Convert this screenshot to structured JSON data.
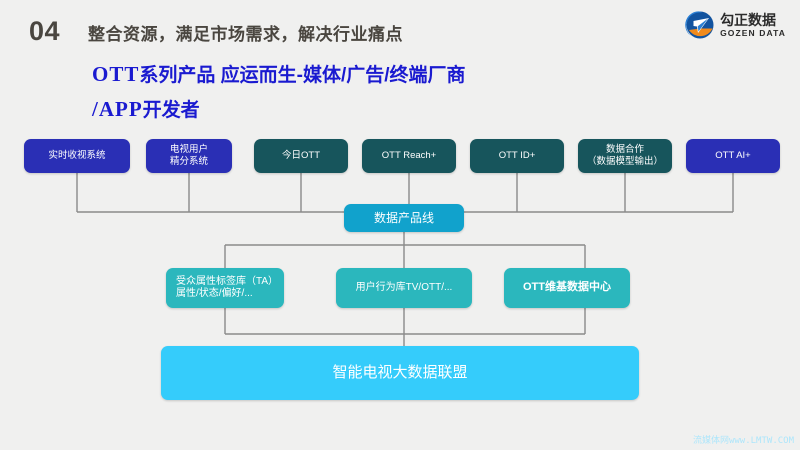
{
  "slide": {
    "number": "04",
    "title": "整合资源，满足市场需求，解决行业痛点",
    "subtitle_line1_latin": "OTT",
    "subtitle_line1_rest": "系列产品 应运而生-媒体/广告/终端厂商",
    "subtitle_line2_latin": "/APP",
    "subtitle_line2_rest": "开发者",
    "background_color": "#f0f0ef",
    "title_color": "#4a4640",
    "subtitle_color": "#1a1ad0"
  },
  "logo": {
    "cn": "勾正数据",
    "en": "GOZEN DATA",
    "mark_blue": "#1b5cb8",
    "mark_orange": "#f08a1c"
  },
  "diagram": {
    "top_row": [
      {
        "label": "实时收视系统",
        "color": "#2a2fb5",
        "style": "blue"
      },
      {
        "label": "电视用户\n精分系统",
        "color": "#2a2fb5",
        "style": "blue"
      },
      {
        "label": "今日OTT",
        "color": "#17555c",
        "style": "teal-d"
      },
      {
        "label": "OTT Reach+",
        "color": "#17555c",
        "style": "teal-d"
      },
      {
        "label": "OTT ID+",
        "color": "#17555c",
        "style": "teal-d"
      },
      {
        "label": "数据合作\n（数据模型输出）",
        "color": "#17555c",
        "style": "teal-d"
      },
      {
        "label": "OTT AI+",
        "color": "#2a2fb5",
        "style": "blue"
      }
    ],
    "bus": {
      "label": "数据产品线",
      "color": "#11a2cc"
    },
    "middle_row": [
      {
        "label": "受众属性标签库（TA）\n属性/状态/偏好/...",
        "color": "#2bb7bd"
      },
      {
        "label": "用户行为库TV/OTT/...",
        "color": "#2bb7bd"
      },
      {
        "label": "OTT维基数据中心",
        "color": "#2bb7bd"
      }
    ],
    "alliance": {
      "label": "智能电视大数据联盟",
      "color": "#35ccfb"
    },
    "connector_color": "#8a8a8a"
  },
  "watermark": {
    "text": "流媒体网www.LMTW.COM",
    "color": "#aee6fb"
  }
}
